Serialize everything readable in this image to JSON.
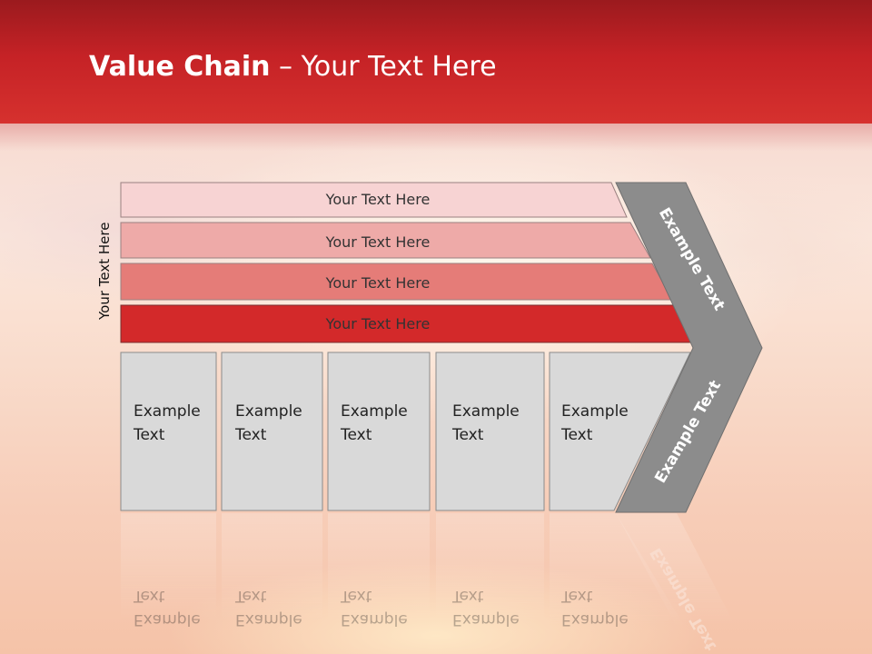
{
  "slide": {
    "title_bold": "Value Chain",
    "title_rest": " – Your Text Here",
    "side_label": "Your Text Here",
    "bars": [
      {
        "label": "Your Text Here",
        "color": "#f7d3d3"
      },
      {
        "label": "Your Text Here",
        "color": "#eeaaa8"
      },
      {
        "label": "Your Text Here",
        "color": "#e57c78"
      },
      {
        "label": "Your Text Here",
        "color": "#d3292a"
      }
    ],
    "boxes": [
      {
        "line1": "Example",
        "line2": "Text"
      },
      {
        "line1": "Example",
        "line2": "Text"
      },
      {
        "line1": "Example",
        "line2": "Text"
      },
      {
        "line1": "Example",
        "line2": "Text"
      },
      {
        "line1": "Example",
        "line2": "Text"
      }
    ],
    "chevron_top": "Example Text",
    "chevron_bottom": "Example Text",
    "colors": {
      "header": "#c52226",
      "box": "#d9d9d9",
      "chevron": "#8c8c8c"
    }
  }
}
